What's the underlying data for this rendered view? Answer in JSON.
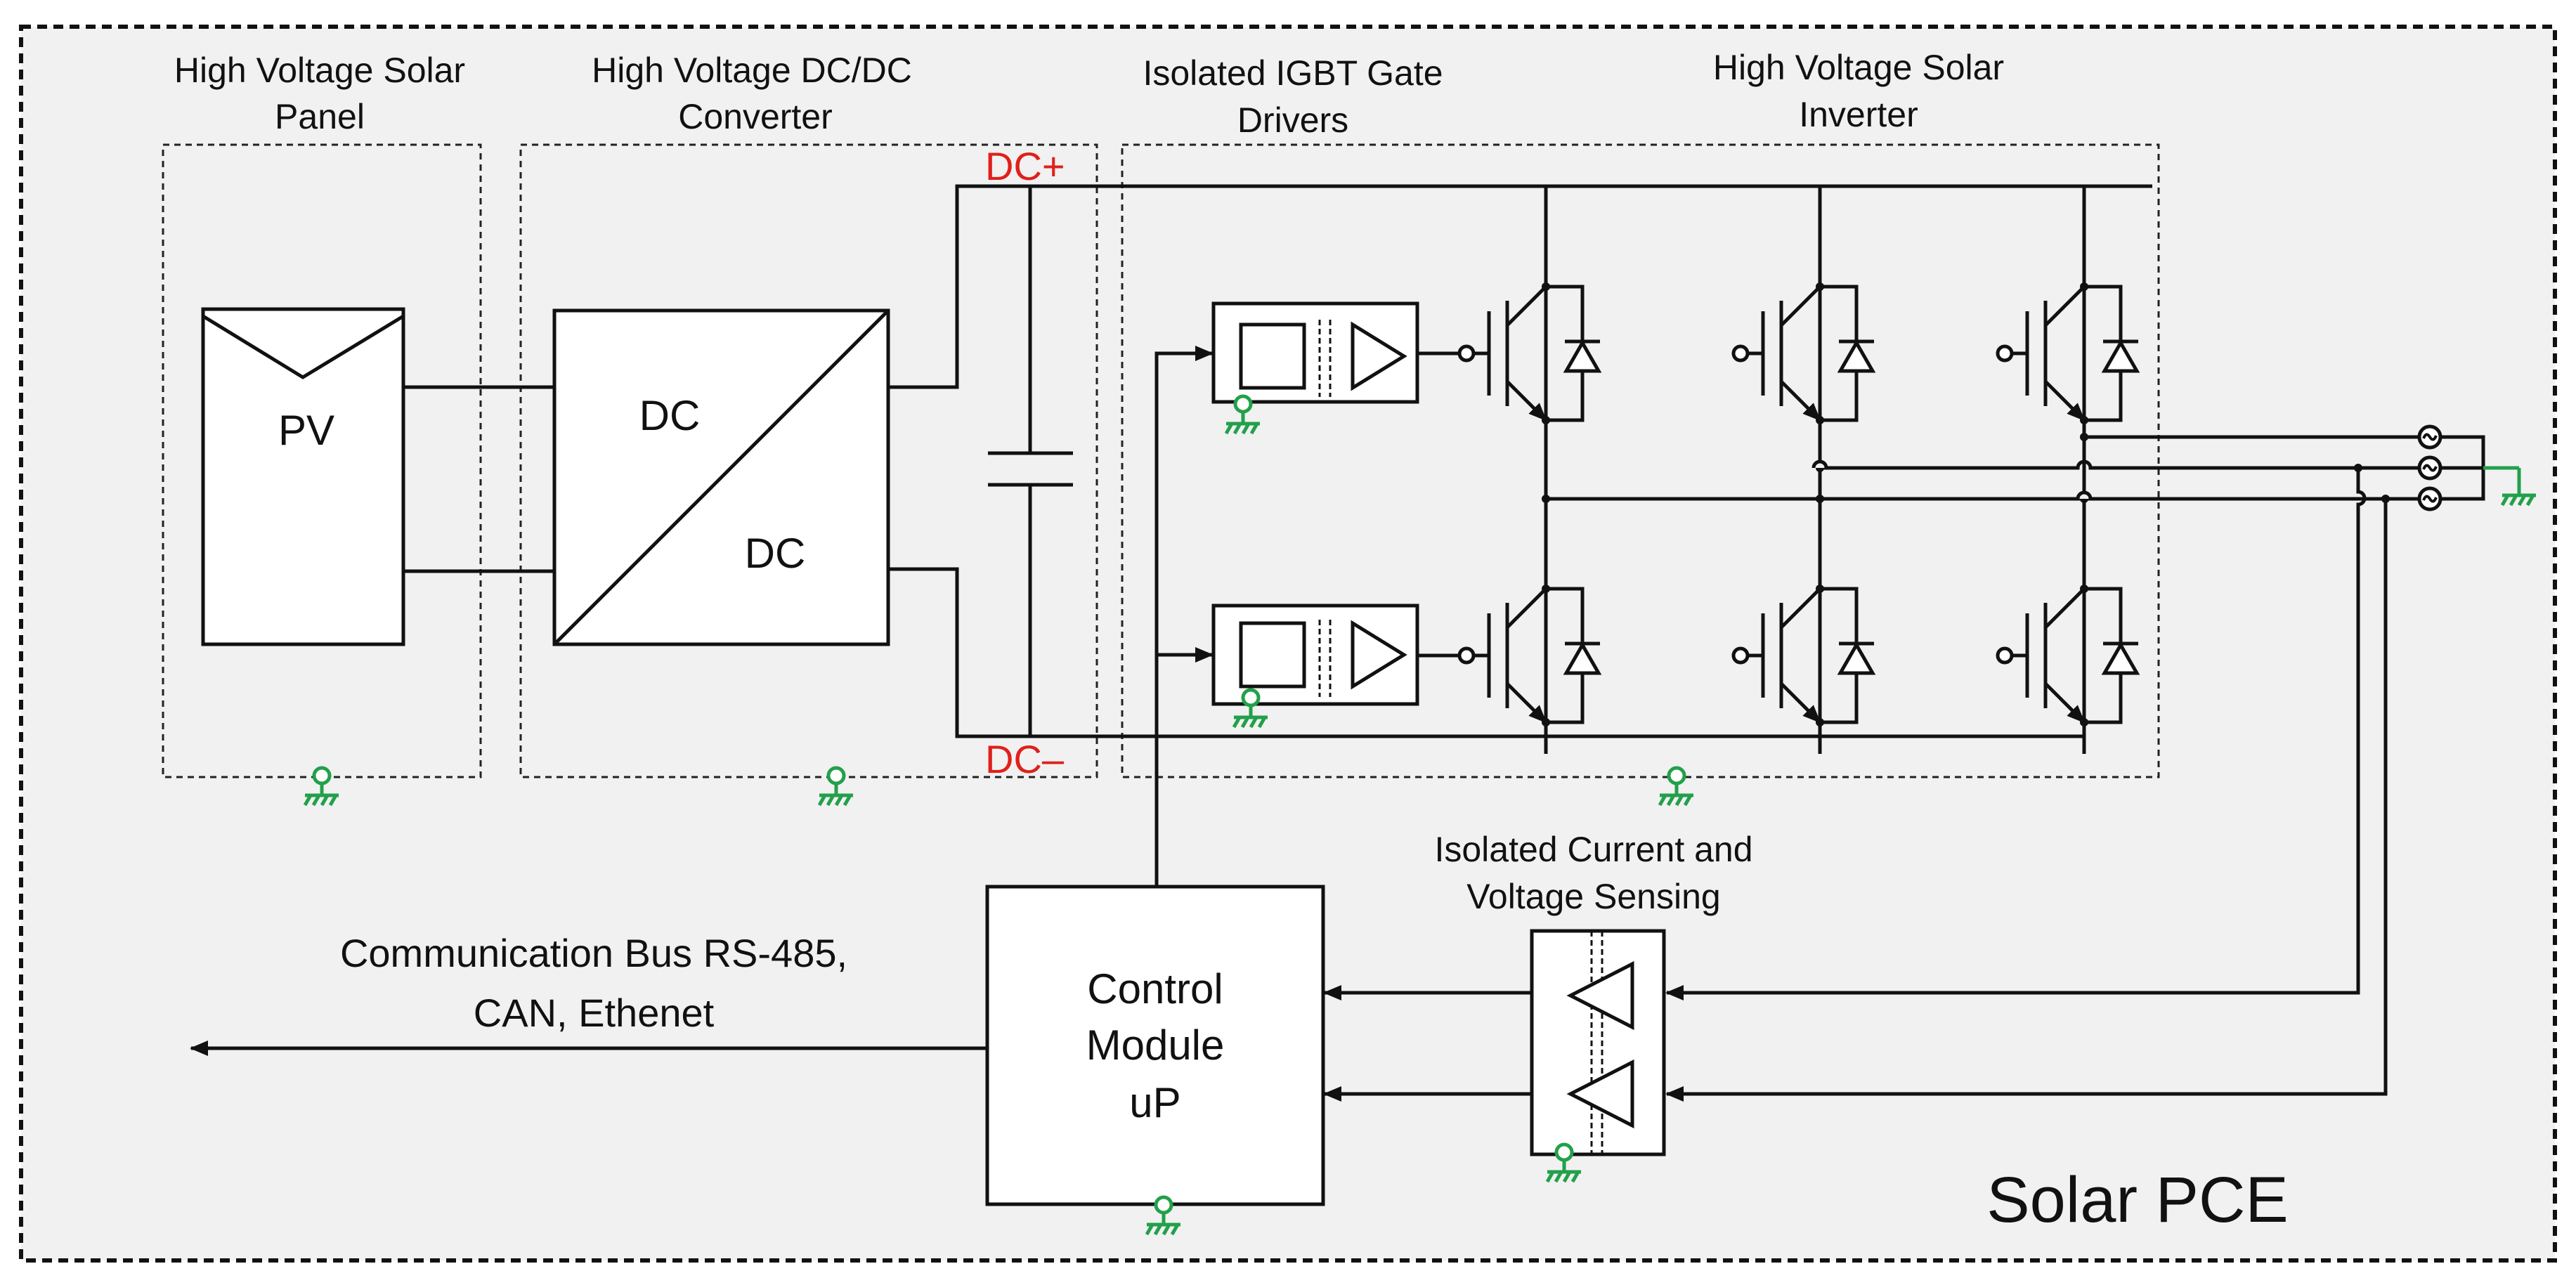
{
  "sections": {
    "panel": [
      "High Voltage Solar",
      "Panel"
    ],
    "converter": [
      "High Voltage DC/DC",
      "Converter"
    ],
    "drivers": [
      "Isolated IGBT Gate",
      "Drivers"
    ],
    "inverter": [
      "High Voltage Solar",
      "Inverter"
    ],
    "sensing": [
      "Isolated Current and",
      "Voltage Sensing"
    ]
  },
  "blocks": {
    "pv": "PV",
    "dc_in": "DC",
    "dc_out": "DC",
    "control": [
      "Control",
      "Module",
      "uP"
    ]
  },
  "rails": {
    "positive": "DC+",
    "negative": "DC–"
  },
  "bus": [
    "Communication Bus RS-485,",
    "CAN, Ethenet"
  ],
  "title": "Solar PCE",
  "colors": {
    "rail_label": "#e0201b",
    "ground": "#22a04a",
    "background": "#f1f1f1",
    "line": "#111111"
  },
  "icons": [
    "ground-icon",
    "igbt-icon",
    "diode-icon",
    "capacitor-icon",
    "isolation-amplifier-icon",
    "ac-source-icon",
    "arrow-icon"
  ]
}
